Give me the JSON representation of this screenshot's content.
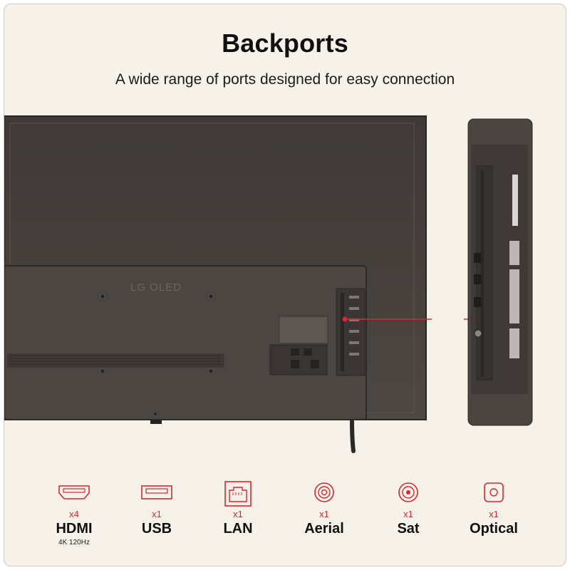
{
  "header": {
    "title": "Backports",
    "subtitle": "A wide range of ports designed for easy connection"
  },
  "tv": {
    "logo_text": "LG OLED"
  },
  "colors": {
    "accent": "#d9282f",
    "background": "#f6f1e9",
    "tv_body": "#4a4541"
  },
  "ports": [
    {
      "icon": "hdmi-icon",
      "count": "x4",
      "name": "HDMI",
      "spec": "4K 120Hz"
    },
    {
      "icon": "usb-icon",
      "count": "x1",
      "name": "USB",
      "spec": ""
    },
    {
      "icon": "lan-icon",
      "count": "x1",
      "name": "LAN",
      "spec": ""
    },
    {
      "icon": "aerial-icon",
      "count": "x1",
      "name": "Aerial",
      "spec": ""
    },
    {
      "icon": "sat-icon",
      "count": "x1",
      "name": "Sat",
      "spec": ""
    },
    {
      "icon": "optical-icon",
      "count": "x1",
      "name": "Optical",
      "spec": ""
    }
  ]
}
